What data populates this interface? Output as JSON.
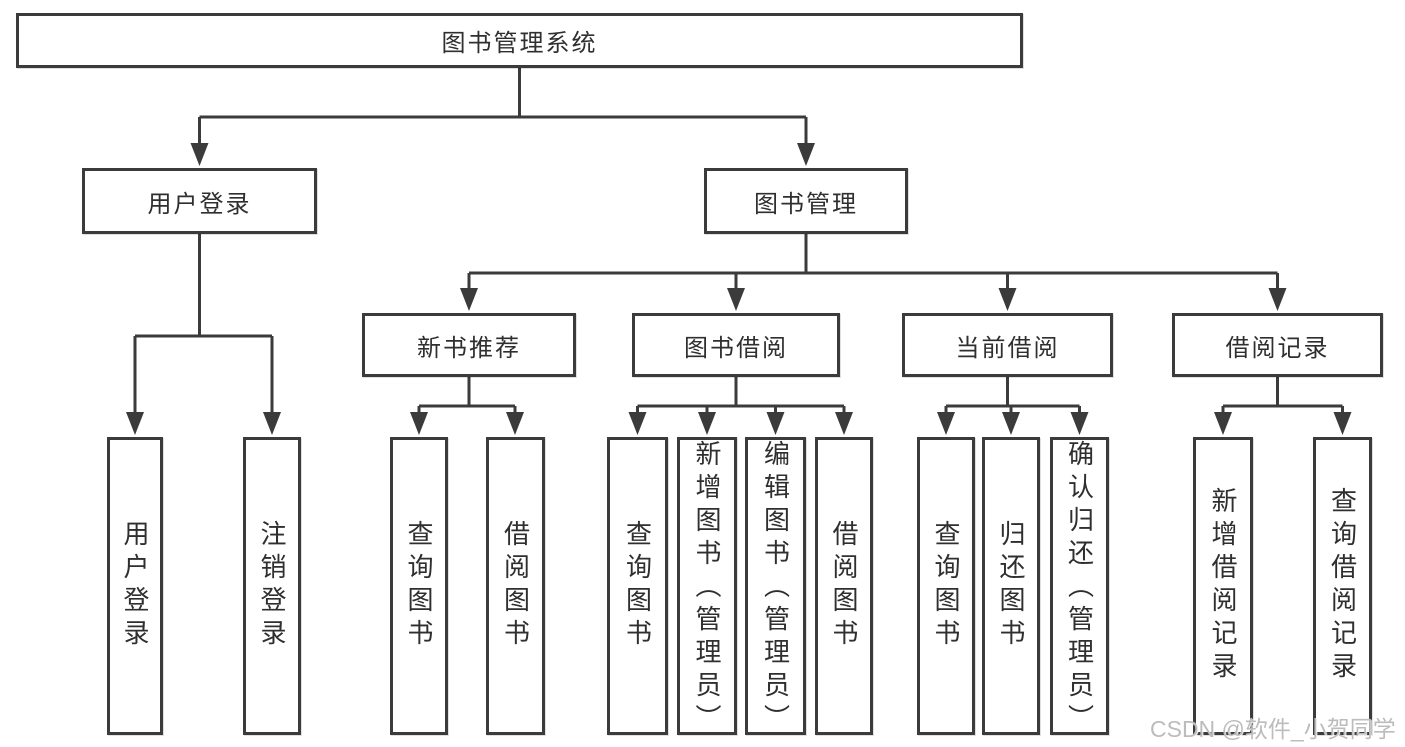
{
  "diagram": {
    "title_node": {
      "label": "图书管理系统"
    },
    "level2": {
      "user_login": {
        "label": "用户登录"
      },
      "book_mgmt": {
        "label": "图书管理"
      }
    },
    "level3": {
      "new_book_rec": {
        "label": "新书推荐"
      },
      "book_borrow": {
        "label": "图书借阅"
      },
      "current_borrow": {
        "label": "当前借阅"
      },
      "borrow_record": {
        "label": "借阅记录"
      }
    },
    "leaves": {
      "user_login_leaf": {
        "label": "用户登录"
      },
      "logout_leaf": {
        "label": "注销登录"
      },
      "query_book_1": {
        "label": "查询图书"
      },
      "borrow_book_1": {
        "label": "借阅图书"
      },
      "query_book_2": {
        "label": "查询图书"
      },
      "add_book_admin": {
        "label": "新增图书（管理员）"
      },
      "edit_book_admin": {
        "label": "编辑图书（管理员）"
      },
      "borrow_book_2": {
        "label": "借阅图书"
      },
      "query_book_3": {
        "label": "查询图书"
      },
      "return_book": {
        "label": "归还图书"
      },
      "confirm_return_admin": {
        "label": "确认归还（管理员）"
      },
      "add_borrow_record": {
        "label": "新增借阅记录"
      },
      "query_borrow_record": {
        "label": "查询借阅记录"
      }
    },
    "watermark": "CSDN @软件_小贺同学",
    "colors": {
      "line": "#3b3b3b",
      "text": "#2f2f2f",
      "watermark": "#bcbcbc",
      "background": "#ffffff"
    }
  }
}
